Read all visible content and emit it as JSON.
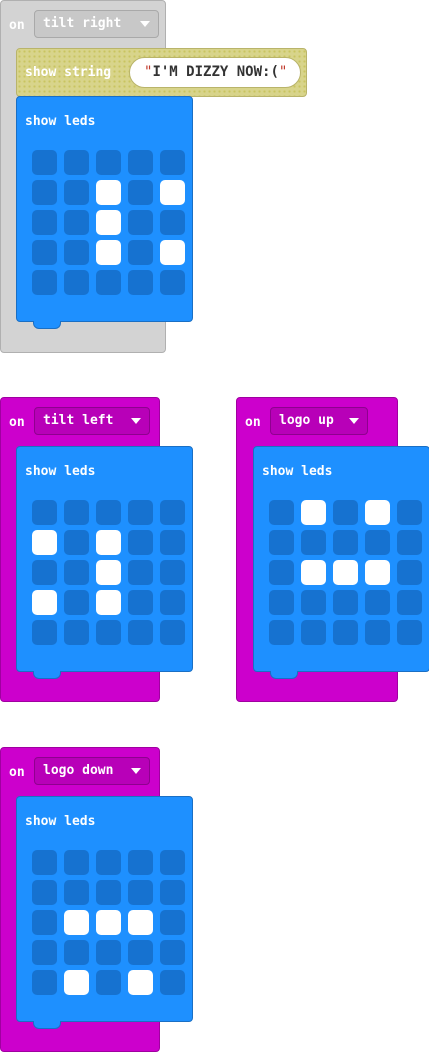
{
  "blocks": [
    {
      "on_label": "on",
      "event": "tilt right",
      "string_label": "show string",
      "string_value": "I'M DIZZY NOW:(",
      "leds_label": "show leds",
      "leds": [
        [
          0,
          0,
          0,
          0,
          0
        ],
        [
          0,
          0,
          1,
          0,
          1
        ],
        [
          0,
          0,
          1,
          0,
          0
        ],
        [
          0,
          0,
          1,
          0,
          1
        ],
        [
          0,
          0,
          0,
          0,
          0
        ]
      ]
    },
    {
      "on_label": "on",
      "event": "tilt left",
      "leds_label": "show leds",
      "leds": [
        [
          0,
          0,
          0,
          0,
          0
        ],
        [
          1,
          0,
          1,
          0,
          0
        ],
        [
          0,
          0,
          1,
          0,
          0
        ],
        [
          1,
          0,
          1,
          0,
          0
        ],
        [
          0,
          0,
          0,
          0,
          0
        ]
      ]
    },
    {
      "on_label": "on",
      "event": "logo up",
      "leds_label": "show leds",
      "leds": [
        [
          0,
          1,
          0,
          1,
          0
        ],
        [
          0,
          0,
          0,
          0,
          0
        ],
        [
          0,
          1,
          1,
          1,
          0
        ],
        [
          0,
          0,
          0,
          0,
          0
        ],
        [
          0,
          0,
          0,
          0,
          0
        ]
      ]
    },
    {
      "on_label": "on",
      "event": "logo down",
      "leds_label": "show leds",
      "leds": [
        [
          0,
          0,
          0,
          0,
          0
        ],
        [
          0,
          0,
          0,
          0,
          0
        ],
        [
          0,
          1,
          1,
          1,
          0
        ],
        [
          0,
          0,
          0,
          0,
          0
        ],
        [
          0,
          1,
          0,
          1,
          0
        ]
      ]
    }
  ],
  "colors": {
    "hat_gray": "#d3d3d3",
    "hat_magenta": "#cc00cc",
    "leds_blue": "#1e90ff",
    "led_off": "#1672d0",
    "led_on": "#ffffff",
    "string_block": "#d8d48b"
  }
}
